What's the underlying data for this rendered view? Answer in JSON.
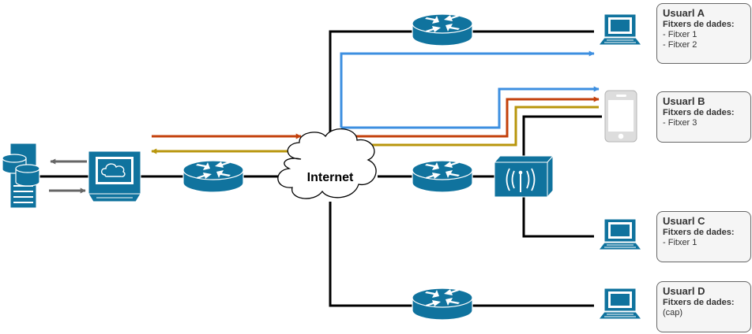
{
  "cloud": {
    "label": "Internet"
  },
  "users": [
    {
      "id": "a",
      "name": "Usuarl A",
      "files_header": "Fitxers de dades:",
      "files": [
        "- Fitxer 1",
        "- Fitxer 2"
      ]
    },
    {
      "id": "b",
      "name": "Usuarl B",
      "files_header": "Fitxers de dades:",
      "files": [
        "- Fitxer 3"
      ]
    },
    {
      "id": "c",
      "name": "Usuarl C",
      "files_header": "Fitxers de dades:",
      "files": [
        "- Fitxer 1"
      ]
    },
    {
      "id": "d",
      "name": "Usuarl D",
      "files_header": "Fitxers de dades:",
      "files": [
        "(cap)"
      ]
    }
  ],
  "colors": {
    "device": "#10739e",
    "link": "#000000",
    "flow_blue": "#3d8fe0",
    "flow_red": "#c3400b",
    "flow_gold": "#b8960c",
    "flow_gray": "#666666"
  },
  "icons": [
    "server-icon",
    "workstation-icon",
    "router-icon",
    "wireless-hub-icon",
    "laptop-icon",
    "smartphone-icon",
    "cloud-icon"
  ]
}
